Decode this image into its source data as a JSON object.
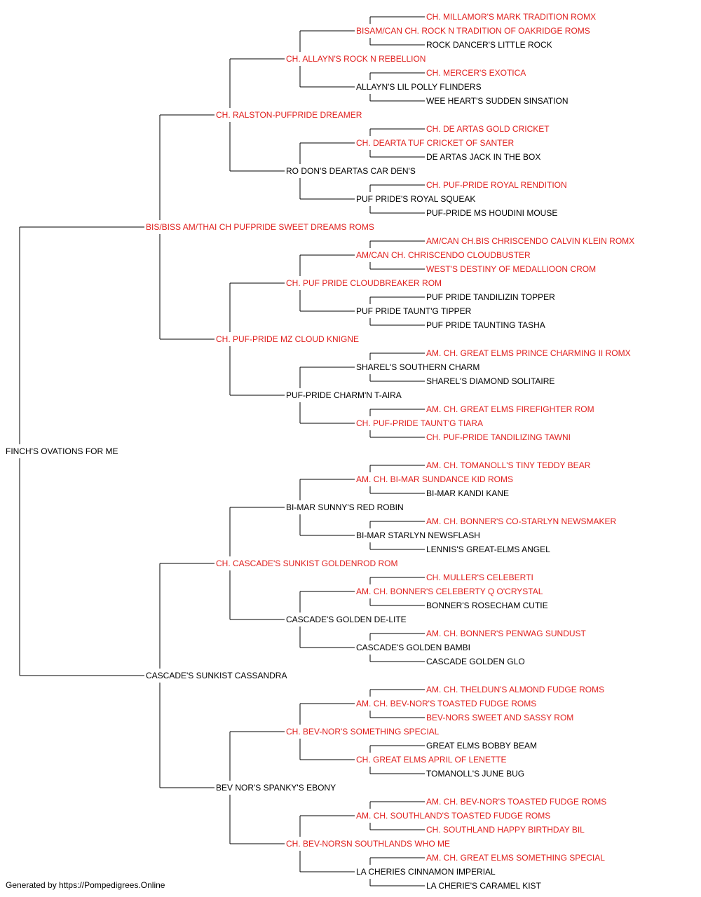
{
  "colors": {
    "champion": "#e0201e",
    "default": "#000000",
    "line": "#000000"
  },
  "pedigree": {
    "name": "FINCH'S OVATIONS FOR ME",
    "champion": false,
    "sire": {
      "name": "BIS/BISS AM/THAI CH PUFPRIDE SWEET DREAMS ROMS",
      "champion": true,
      "sire": {
        "name": "CH. RALSTON-PUFPRIDE DREAMER",
        "champion": true,
        "sire": {
          "name": "CH. ALLAYN'S ROCK N REBELLION",
          "champion": true,
          "sire": {
            "name": "BISAM/CAN CH. ROCK N TRADITION OF OAKRIDGE ROMS",
            "champion": true,
            "sire": {
              "name": "CH. MILLAMOR'S MARK TRADITION ROMX",
              "champion": true
            },
            "dam": {
              "name": "ROCK DANCER'S LITTLE ROCK",
              "champion": false
            }
          },
          "dam": {
            "name": "ALLAYN'S LIL POLLY FLINDERS",
            "champion": false,
            "sire": {
              "name": "CH. MERCER'S EXOTICA",
              "champion": true
            },
            "dam": {
              "name": "WEE HEART'S SUDDEN SINSATION",
              "champion": false
            }
          }
        },
        "dam": {
          "name": "RO DON'S DEARTAS CAR DEN'S",
          "champion": false,
          "sire": {
            "name": "CH. DEARTA TUF CRICKET OF SANTER",
            "champion": true,
            "sire": {
              "name": "CH. DE ARTAS GOLD CRICKET",
              "champion": true
            },
            "dam": {
              "name": "DE ARTAS JACK IN THE BOX",
              "champion": false
            }
          },
          "dam": {
            "name": "PUF PRIDE'S ROYAL SQUEAK",
            "champion": false,
            "sire": {
              "name": "CH. PUF-PRIDE ROYAL RENDITION",
              "champion": true
            },
            "dam": {
              "name": "PUF-PRIDE MS HOUDINI MOUSE",
              "champion": false
            }
          }
        }
      },
      "dam": {
        "name": "CH. PUF-PRIDE MZ CLOUD KNIGNE",
        "champion": true,
        "sire": {
          "name": "CH. PUF PRIDE CLOUDBREAKER ROM",
          "champion": true,
          "sire": {
            "name": "AM/CAN CH. CHRISCENDO CLOUDBUSTER",
            "champion": true,
            "sire": {
              "name": "AM/CAN CH.BIS CHRISCENDO CALVIN KLEIN ROMX",
              "champion": true
            },
            "dam": {
              "name": "WEST'S DESTINY OF MEDALLIOON CROM",
              "champion": true
            }
          },
          "dam": {
            "name": "PUF PRIDE TAUNT'G TIPPER",
            "champion": false,
            "sire": {
              "name": "PUF PRIDE TANDILIZIN TOPPER",
              "champion": false
            },
            "dam": {
              "name": "PUF PRIDE TAUNTING TASHA",
              "champion": false
            }
          }
        },
        "dam": {
          "name": "PUF-PRIDE CHARM'N T-AIRA",
          "champion": false,
          "sire": {
            "name": "SHAREL'S SOUTHERN CHARM",
            "champion": false,
            "sire": {
              "name": "AM. CH. GREAT ELMS PRINCE CHARMING II ROMX",
              "champion": true
            },
            "dam": {
              "name": "SHAREL'S DIAMOND SOLITAIRE",
              "champion": false
            }
          },
          "dam": {
            "name": "CH. PUF-PRIDE TAUNT'G TIARA",
            "champion": true,
            "sire": {
              "name": "AM. CH. GREAT ELMS FIREFIGHTER ROM",
              "champion": true
            },
            "dam": {
              "name": "CH. PUF-PRIDE TANDILIZING TAWNI",
              "champion": true
            }
          }
        }
      }
    },
    "dam": {
      "name": "CASCADE'S SUNKIST CASSANDRA",
      "champion": false,
      "sire": {
        "name": "CH. CASCADE'S SUNKIST GOLDENROD ROM",
        "champion": true,
        "sire": {
          "name": "BI-MAR SUNNY'S RED ROBIN",
          "champion": false,
          "sire": {
            "name": "AM. CH. BI-MAR SUNDANCE KID ROMS",
            "champion": true,
            "sire": {
              "name": "AM. CH. TOMANOLL'S TINY TEDDY BEAR",
              "champion": true
            },
            "dam": {
              "name": "BI-MAR KANDI KANE",
              "champion": false
            }
          },
          "dam": {
            "name": "BI-MAR STARLYN NEWSFLASH",
            "champion": false,
            "sire": {
              "name": "AM. CH. BONNER'S CO-STARLYN NEWSMAKER",
              "champion": true
            },
            "dam": {
              "name": "LENNIS'S GREAT-ELMS ANGEL",
              "champion": false
            }
          }
        },
        "dam": {
          "name": "CASCADE'S GOLDEN DE-LITE",
          "champion": false,
          "sire": {
            "name": "AM. CH. BONNER'S CELEBERTY Q O'CRYSTAL",
            "champion": true,
            "sire": {
              "name": "CH. MULLER'S CELEBERTI",
              "champion": true
            },
            "dam": {
              "name": "BONNER'S ROSECHAM CUTIE",
              "champion": false
            }
          },
          "dam": {
            "name": "CASCADE'S GOLDEN BAMBI",
            "champion": false,
            "sire": {
              "name": "AM. CH. BONNER'S PENWAG SUNDUST",
              "champion": true
            },
            "dam": {
              "name": "CASCADE GOLDEN GLO",
              "champion": false
            }
          }
        }
      },
      "dam": {
        "name": "BEV NOR'S SPANKY'S EBONY",
        "champion": false,
        "sire": {
          "name": "CH. BEV-NOR'S SOMETHING SPECIAL",
          "champion": true,
          "sire": {
            "name": "AM. CH. BEV-NOR'S TOASTED FUDGE ROMS",
            "champion": true,
            "sire": {
              "name": "AM. CH. THELDUN'S ALMOND FUDGE ROMS",
              "champion": true
            },
            "dam": {
              "name": "BEV-NORS SWEET AND SASSY ROM",
              "champion": true
            }
          },
          "dam": {
            "name": "CH. GREAT ELMS APRIL OF LENETTE",
            "champion": true,
            "sire": {
              "name": "GREAT ELMS BOBBY BEAM",
              "champion": false
            },
            "dam": {
              "name": "TOMANOLL'S JUNE BUG",
              "champion": false
            }
          }
        },
        "dam": {
          "name": "CH. BEV-NORSN SOUTHLANDS WHO ME",
          "champion": true,
          "sire": {
            "name": "AM. CH. SOUTHLAND'S TOASTED FUDGE ROMS",
            "champion": true,
            "sire": {
              "name": "AM. CH. BEV-NOR'S TOASTED FUDGE ROMS",
              "champion": true
            },
            "dam": {
              "name": "CH. SOUTHLAND HAPPY BIRTHDAY BIL",
              "champion": true
            }
          },
          "dam": {
            "name": "LA CHERIES CINNAMON IMPERIAL",
            "champion": false,
            "sire": {
              "name": "AM. CH. GREAT ELMS SOMETHING SPECIAL",
              "champion": true
            },
            "dam": {
              "name": "LA CHERIE'S CARAMEL KIST",
              "champion": false
            }
          }
        }
      }
    }
  },
  "footer": "Generated by https://Pompedigrees.Online"
}
